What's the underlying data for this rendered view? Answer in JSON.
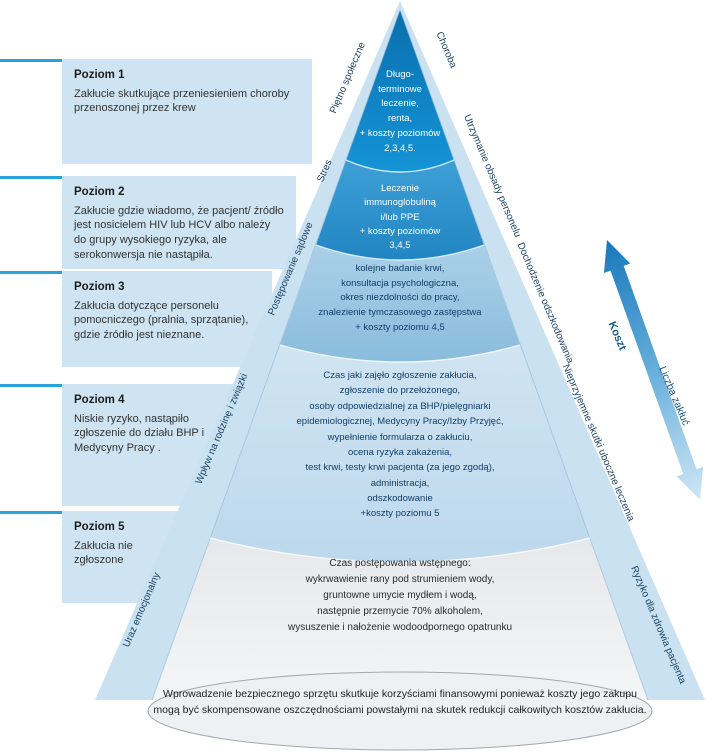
{
  "levels": [
    {
      "title": "Poziom 1",
      "body": "Zakłucie skutkujące przeniesieniem choroby przenoszonej przez krew"
    },
    {
      "title": "Poziom 2",
      "body": "Zakłucie gdzie wiadomo, że pacjent/ źródło jest nosicielem HIV lub HCV albo należy do grupy wysokiego ryzyka, ale serokonwersja nie nastąpiła."
    },
    {
      "title": "Poziom 3",
      "body": "Zakłucia dotyczące personelu pomocniczego (pralnia, sprzątanie), gdzie źródło jest nieznane."
    },
    {
      "title": "Poziom 4",
      "body": "Niskie ryzyko, nastąpiło zgłoszenie do działu BHP i Medycyny Pracy ."
    },
    {
      "title": "Poziom 5",
      "body": "Zakłucia nie zgłoszone"
    }
  ],
  "cone": {
    "layers": [
      {
        "name": "layer-1",
        "text": "Długo-\nterminowe\nleczenie,\nrenta,\n+ koszty poziomów\n2,3,4,5."
      },
      {
        "name": "layer-2",
        "text": "Leczenie\nimmunoglobuliną\ni/lub PPE\n+ koszty poziomów\n3,4,5"
      },
      {
        "name": "layer-3",
        "text": "kolejne badanie krwi,\nkonsultacja psychologiczna,\nokres niezdolności do pracy,\nznalezienie tymczasowego zastępstwa\n+ koszty poziomu 4,5"
      },
      {
        "name": "layer-4",
        "text": "Czas jaki zajęło zgłoszenie zakłucia,\nzgłoszenie do przełożonego,\nosoby odpowiedzialnej za BHP/pielęgniarki\nepidemiologicznej, Medycyny Pracy/Izby Przyjęć,\nwypełnienie formularza o zakłuciu,\nocena ryzyka zakażenia,\ntest krwi, testy krwi pacjenta (za jego zgodą),\nadministracja,\nodszkodowanie\n+koszty poziomu 5"
      },
      {
        "name": "layer-5",
        "text": "Czas postępowania wstępnego:\nwykrwawienie rany pod strumieniem wody,\ngruntowne umycie mydłem i wodą,\nnastępnie przemycie 70% alkoholem,\nwysuszenie i nałożenie wodoodpornego opatrunku"
      }
    ],
    "left_labels": [
      "Piętno społeczne",
      "Stres",
      "Postępowanie sądowe",
      "Wpływ na rodzinę i związki",
      "Uraz emocjonalny"
    ],
    "right_labels": [
      "Choroba",
      "Utrzymanie obsady personelu",
      "Dochodzenie odszkodowania",
      "Nieprzyjemne skutki uboczne leczenia",
      "Ryzyko dla zdrowia pacjenta"
    ]
  },
  "axis": {
    "cost_label": "Koszt",
    "count_label": "Liczba zakłuć"
  },
  "base": {
    "text": "Wprowadzenie bezpiecznego sprzętu skutkuje korzyściami finansowymi ponieważ koszty jego zakupu mogą być skompensowane oszczędnościami powstałymi na skutek redukcji całkowitych kosztów zakłucia."
  },
  "colors": {
    "layer1": "#0d7ec1",
    "layer2": "#2a93cd",
    "layer3": "#9bc6e2",
    "layer4": "#c6def0",
    "layer5": "#e9ebee",
    "triangle": "#c9e1f1",
    "accent": "#29a3dc"
  }
}
